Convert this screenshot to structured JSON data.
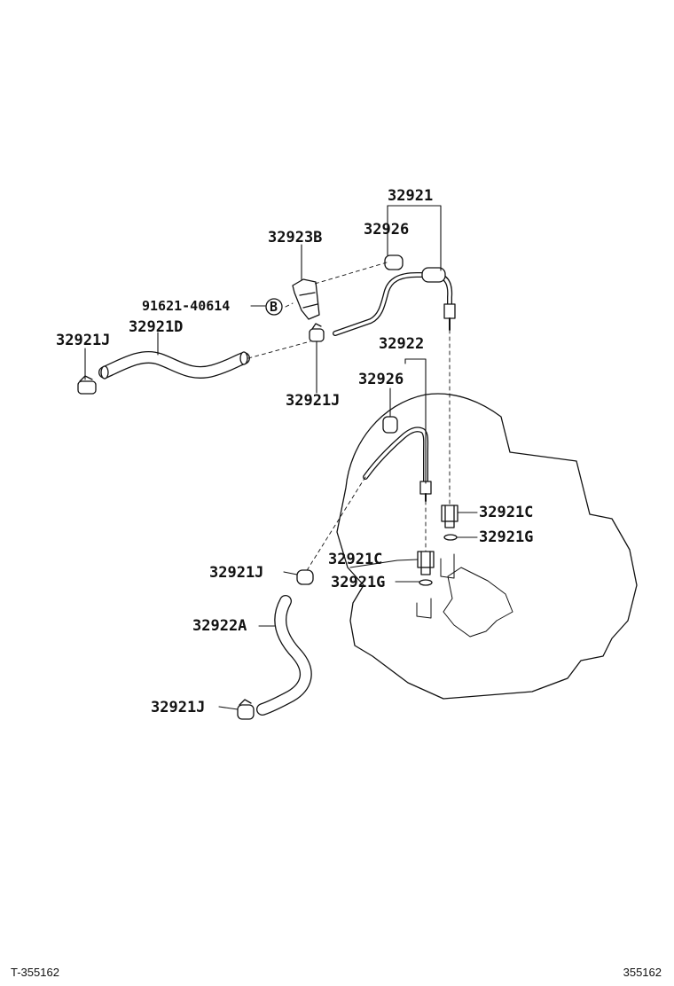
{
  "labels": {
    "p32921_top": "32921",
    "p32926_top": "32926",
    "p32923B": "32923B",
    "p91621": "91621-40614",
    "symbol_b": "B",
    "p32921D": "32921D",
    "p32921J_left": "32921J",
    "p32921J_mid": "32921J",
    "p32922": "32922",
    "p32926_mid": "32926",
    "p32921C_right": "32921C",
    "p32921G_right": "32921G",
    "p32921J_lower": "32921J",
    "p32921C_mid": "32921C",
    "p32921G_mid": "32921G",
    "p32922A": "32922A",
    "p32921J_bottom": "32921J"
  },
  "footer": {
    "left": "T-355162",
    "right": "355162"
  }
}
